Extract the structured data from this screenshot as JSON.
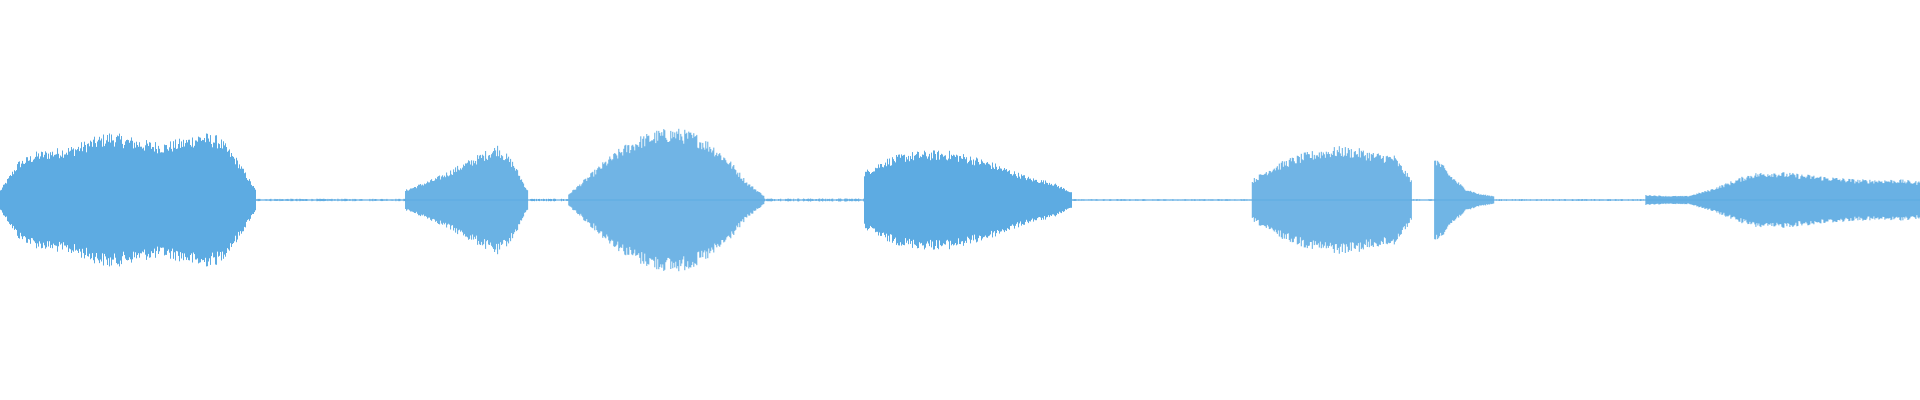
{
  "waveform": {
    "color": "#5dabe2",
    "background": "#ffffff",
    "duration_fraction_note": "",
    "peak_amplitude": 1.0,
    "segments": [
      {
        "kind": "sound",
        "start": 0.0,
        "end": 0.133,
        "envelope": [
          0.1,
          0.38,
          0.47,
          0.5,
          0.53,
          0.6,
          0.66,
          0.62,
          0.58,
          0.56,
          0.6,
          0.66,
          0.62,
          0.4,
          0.1
        ]
      },
      {
        "kind": "noise",
        "start": 0.133,
        "end": 0.211,
        "level": 0.008
      },
      {
        "kind": "sound",
        "start": 0.211,
        "end": 0.275,
        "envelope": [
          0.1,
          0.16,
          0.22,
          0.3,
          0.38,
          0.46,
          0.54,
          0.38,
          0.08
        ]
      },
      {
        "kind": "noise",
        "start": 0.275,
        "end": 0.296,
        "level": 0.008
      },
      {
        "kind": "sound",
        "start": 0.296,
        "end": 0.398,
        "envelope": [
          0.06,
          0.22,
          0.38,
          0.52,
          0.62,
          0.68,
          0.7,
          0.66,
          0.56,
          0.4,
          0.18,
          0.04
        ]
      },
      {
        "kind": "noise",
        "start": 0.398,
        "end": 0.45,
        "level": 0.01
      },
      {
        "kind": "sound",
        "start": 0.45,
        "end": 0.558,
        "envelope": [
          0.28,
          0.4,
          0.46,
          0.48,
          0.48,
          0.44,
          0.38,
          0.3,
          0.22,
          0.18,
          0.08
        ]
      },
      {
        "kind": "noise",
        "start": 0.558,
        "end": 0.652,
        "level": 0.006
      },
      {
        "kind": "sound",
        "start": 0.652,
        "end": 0.735,
        "envelope": [
          0.2,
          0.32,
          0.4,
          0.46,
          0.5,
          0.52,
          0.5,
          0.46,
          0.44,
          0.2
        ]
      },
      {
        "kind": "noise",
        "start": 0.735,
        "end": 0.747,
        "level": 0.006
      },
      {
        "kind": "sound",
        "start": 0.747,
        "end": 0.778,
        "envelope": [
          0.44,
          0.26,
          0.12,
          0.06,
          0.04
        ]
      },
      {
        "kind": "noise",
        "start": 0.778,
        "end": 0.857,
        "level": 0.006
      },
      {
        "kind": "sound",
        "start": 0.857,
        "end": 1.0,
        "envelope": [
          0.05,
          0.04,
          0.04,
          0.1,
          0.18,
          0.26,
          0.28,
          0.26,
          0.24,
          0.22,
          0.2,
          0.2,
          0.2,
          0.18
        ]
      }
    ]
  }
}
